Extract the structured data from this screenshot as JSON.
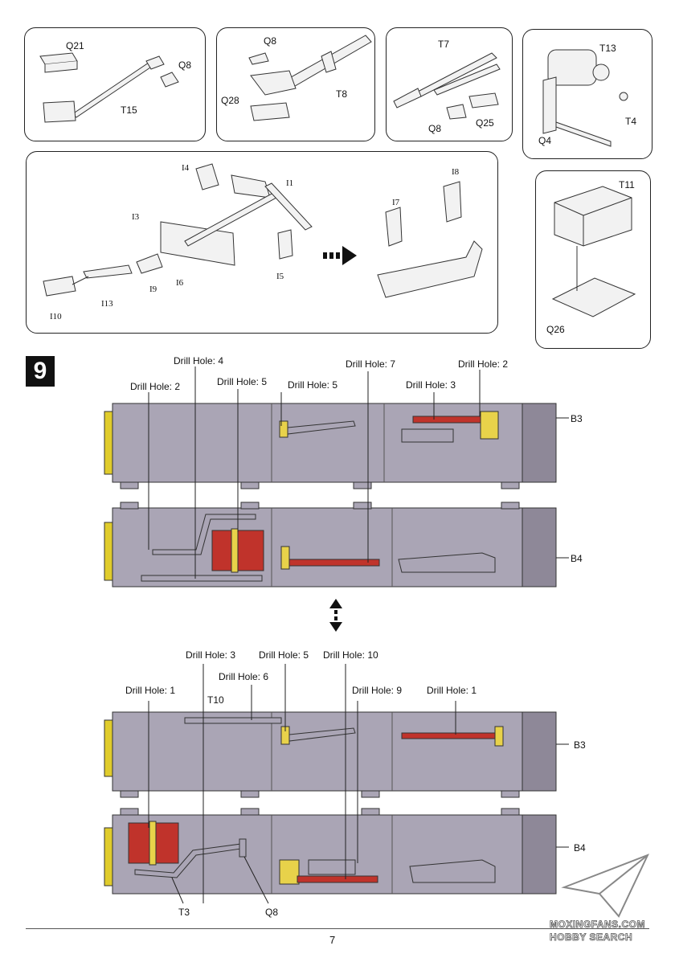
{
  "sub_panels": {
    "p1": {
      "labels": [
        "Q21",
        "Q8",
        "T15"
      ]
    },
    "p2": {
      "labels": [
        "Q8",
        "T8",
        "Q28"
      ]
    },
    "p3": {
      "labels": [
        "T7",
        "Q25",
        "Q8"
      ]
    },
    "p4": {
      "labels": [
        "T13",
        "T4",
        "Q4"
      ]
    },
    "p5": {
      "labels": [
        "I4",
        "I1",
        "I3",
        "I5",
        "I6",
        "I9",
        "I13",
        "I10",
        "I7",
        "I8"
      ]
    },
    "p6": {
      "labels": [
        "T11",
        "Q26"
      ]
    }
  },
  "step": {
    "number": "9"
  },
  "top_assembly": {
    "callouts": [
      "Drill Hole: 4",
      "Drill Hole: 2",
      "Drill Hole: 5",
      "Drill Hole: 5",
      "Drill Hole: 7",
      "Drill Hole: 3",
      "Drill Hole: 2"
    ],
    "box_labels": [
      "B3",
      "B4"
    ]
  },
  "bottom_assembly": {
    "callouts": [
      "Drill Hole: 3",
      "Drill Hole: 5",
      "Drill Hole: 10",
      "Drill Hole: 6",
      "Drill Hole: 1",
      "Drill Hole: 9",
      "Drill Hole: 1"
    ],
    "part_labels": [
      "T10",
      "T3",
      "Q8"
    ],
    "box_labels": [
      "B3",
      "B4"
    ]
  },
  "colors": {
    "box": "#aaa5b5",
    "box_dark": "#8e8898",
    "tool_red": "#c0332b",
    "tool_yellow": "#e8d24a",
    "rail_yellow": "#e0cc2c"
  },
  "page_number": "7",
  "watermark": {
    "line1": "MOXINGFANS.COM",
    "line2": "HOBBY SEARCH"
  }
}
